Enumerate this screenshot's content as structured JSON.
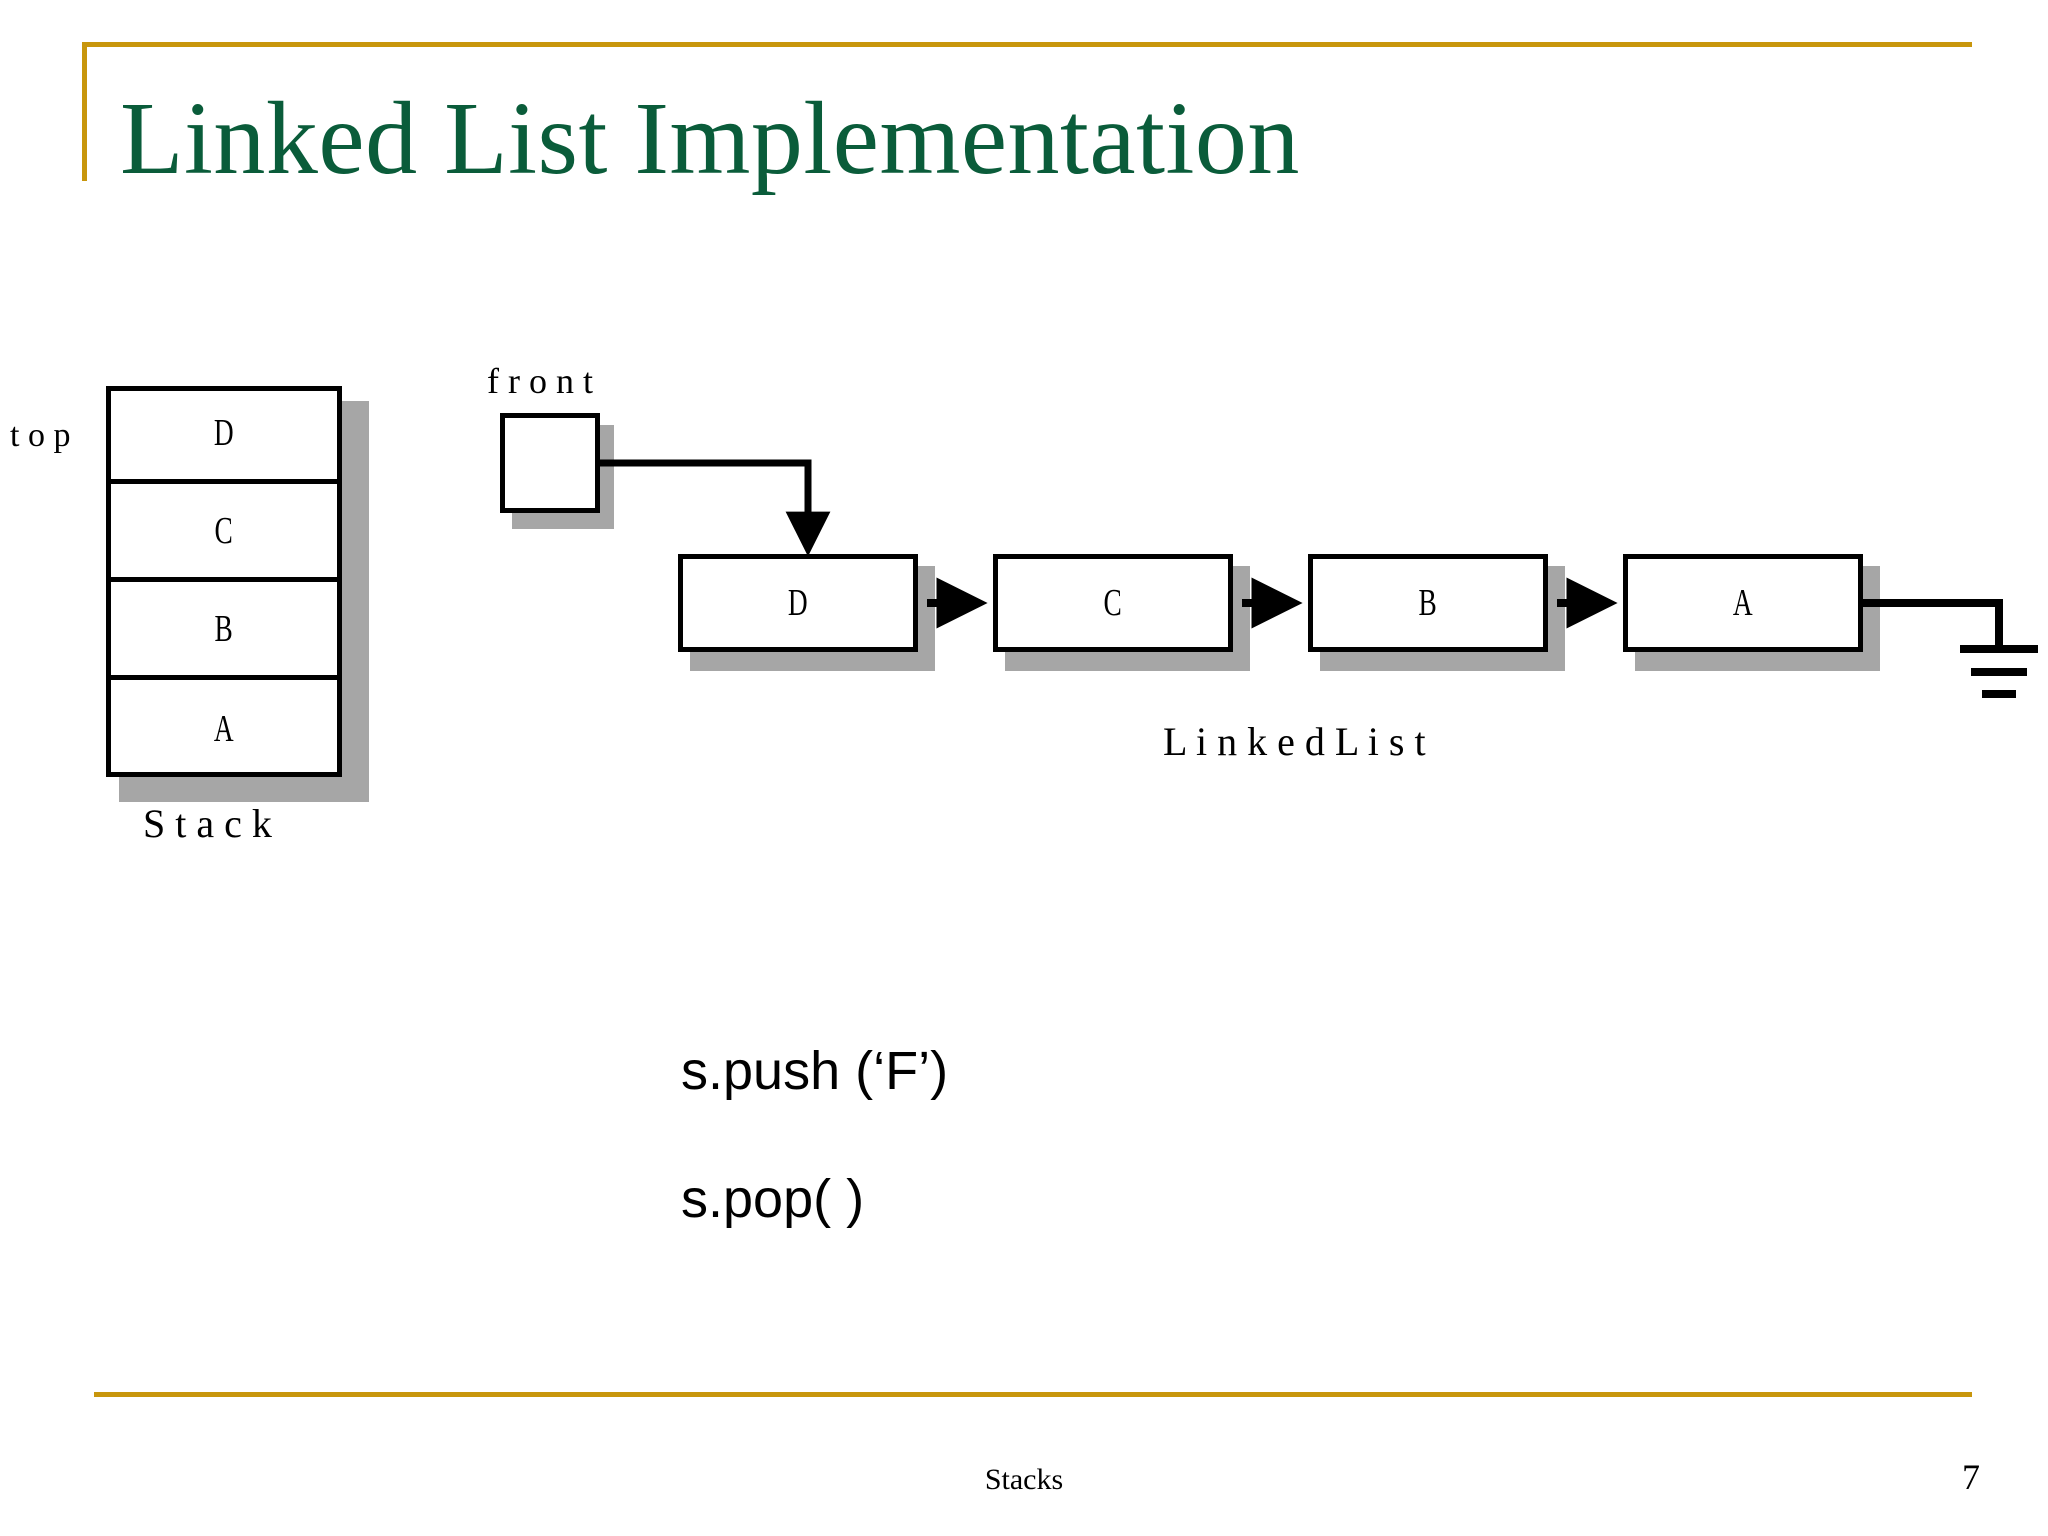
{
  "slide": {
    "title": "Linked List Implementation",
    "accent_gold": "#c8960c",
    "title_green": "#0a5c3a",
    "shadow_gray": "#a6a6a6",
    "line_black": "#000000",
    "background": "#ffffff"
  },
  "stack": {
    "pointer_label": "t o p",
    "caption": "S t a c k",
    "cells": [
      {
        "value": "D"
      },
      {
        "value": "C"
      },
      {
        "value": "B"
      },
      {
        "value": "A"
      }
    ]
  },
  "linked_list": {
    "front_label": "f r o n t",
    "caption": "L i n k e d   L i s t",
    "nodes": [
      {
        "value": "D"
      },
      {
        "value": "C"
      },
      {
        "value": "B"
      },
      {
        "value": "A"
      }
    ],
    "terminator": "ground-symbol"
  },
  "operations": [
    {
      "text": "s.push (‘F’)"
    },
    {
      "text": "s.pop( )"
    }
  ],
  "footer": {
    "center_text": "Stacks",
    "page_number": "7"
  }
}
